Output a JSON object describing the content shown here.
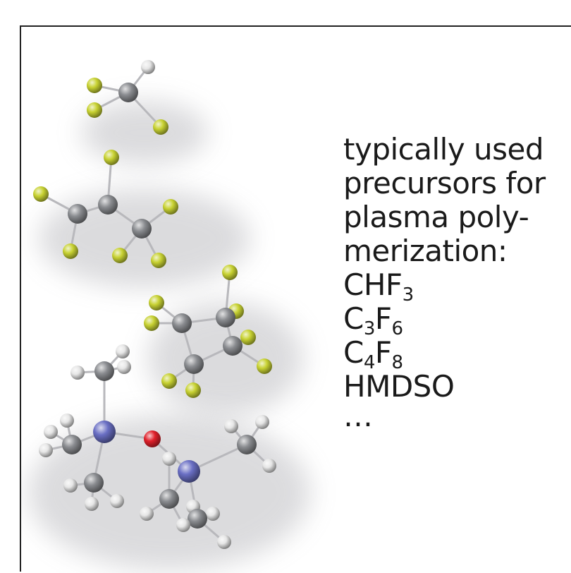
{
  "caption": {
    "lines": [
      "typically used",
      "precursors for",
      "plasma poly-",
      "merization:"
    ],
    "formulas": [
      {
        "parts": [
          {
            "t": "CHF"
          },
          {
            "s": "3"
          }
        ]
      },
      {
        "parts": [
          {
            "t": "C"
          },
          {
            "s": "3"
          },
          {
            "t": "F"
          },
          {
            "s": "6"
          }
        ]
      },
      {
        "parts": [
          {
            "t": "C"
          },
          {
            "s": "4"
          },
          {
            "t": "F"
          },
          {
            "s": "8"
          }
        ]
      },
      {
        "parts": [
          {
            "t": "HMDSO"
          }
        ]
      }
    ],
    "ellipsis": "…"
  },
  "atom_colors": {
    "carbon": "#8a8c90",
    "fluorine": "#c8d232",
    "hydrogen": "#e6e6e6",
    "silicon": "#6a6fc4",
    "oxygen": "#e0202a"
  },
  "molecules": [
    {
      "name": "CHF3",
      "atoms": [
        {
          "e": "carbon"
        },
        {
          "e": "hydrogen"
        },
        {
          "e": "fluorine"
        },
        {
          "e": "fluorine"
        },
        {
          "e": "fluorine"
        }
      ],
      "bonds": [
        [
          0,
          1
        ],
        [
          0,
          2
        ],
        [
          0,
          3
        ],
        [
          0,
          4
        ]
      ]
    },
    {
      "name": "C3F6",
      "atoms": [
        {
          "e": "carbon"
        },
        {
          "e": "carbon"
        },
        {
          "e": "carbon"
        },
        {
          "e": "fluorine"
        },
        {
          "e": "fluorine"
        },
        {
          "e": "fluorine"
        },
        {
          "e": "fluorine"
        },
        {
          "e": "fluorine"
        },
        {
          "e": "fluorine"
        }
      ],
      "bonds": [
        [
          0,
          1
        ],
        [
          1,
          2
        ],
        [
          0,
          3
        ],
        [
          0,
          4
        ],
        [
          1,
          5
        ],
        [
          2,
          6
        ],
        [
          2,
          7
        ],
        [
          2,
          8
        ]
      ]
    },
    {
      "name": "C4F8",
      "atoms": [
        {
          "e": "carbon"
        },
        {
          "e": "carbon"
        },
        {
          "e": "carbon"
        },
        {
          "e": "carbon"
        },
        {
          "e": "fluorine"
        },
        {
          "e": "fluorine"
        },
        {
          "e": "fluorine"
        },
        {
          "e": "fluorine"
        },
        {
          "e": "fluorine"
        },
        {
          "e": "fluorine"
        },
        {
          "e": "fluorine"
        },
        {
          "e": "fluorine"
        }
      ],
      "bonds": [
        [
          0,
          1
        ],
        [
          1,
          3
        ],
        [
          3,
          2
        ],
        [
          2,
          0
        ],
        [
          0,
          4
        ],
        [
          0,
          5
        ],
        [
          1,
          6
        ],
        [
          1,
          7
        ],
        [
          3,
          8
        ],
        [
          3,
          9
        ],
        [
          2,
          10
        ],
        [
          2,
          11
        ]
      ]
    },
    {
      "name": "HMDSO",
      "atoms": [
        {
          "e": "silicon"
        },
        {
          "e": "oxygen"
        },
        {
          "e": "silicon"
        },
        {
          "e": "carbon"
        },
        {
          "e": "carbon"
        },
        {
          "e": "carbon"
        },
        {
          "e": "carbon"
        },
        {
          "e": "carbon"
        },
        {
          "e": "carbon"
        },
        {
          "e": "hydrogen"
        },
        {
          "e": "hydrogen"
        },
        {
          "e": "hydrogen"
        },
        {
          "e": "hydrogen"
        },
        {
          "e": "hydrogen"
        },
        {
          "e": "hydrogen"
        },
        {
          "e": "hydrogen"
        },
        {
          "e": "hydrogen"
        },
        {
          "e": "hydrogen"
        },
        {
          "e": "hydrogen"
        },
        {
          "e": "hydrogen"
        },
        {
          "e": "hydrogen"
        },
        {
          "e": "hydrogen"
        },
        {
          "e": "hydrogen"
        },
        {
          "e": "hydrogen"
        },
        {
          "e": "hydrogen"
        },
        {
          "e": "hydrogen"
        },
        {
          "e": "hydrogen"
        }
      ],
      "bonds": [
        [
          0,
          1
        ],
        [
          1,
          2
        ],
        [
          0,
          3
        ],
        [
          0,
          4
        ],
        [
          0,
          5
        ],
        [
          2,
          6
        ],
        [
          2,
          7
        ],
        [
          2,
          8
        ],
        [
          3,
          9
        ],
        [
          3,
          10
        ],
        [
          3,
          11
        ],
        [
          4,
          12
        ],
        [
          4,
          13
        ],
        [
          4,
          14
        ],
        [
          5,
          15
        ],
        [
          5,
          16
        ],
        [
          5,
          17
        ],
        [
          6,
          18
        ],
        [
          6,
          19
        ],
        [
          6,
          20
        ],
        [
          7,
          21
        ],
        [
          7,
          22
        ],
        [
          7,
          23
        ],
        [
          8,
          24
        ],
        [
          8,
          25
        ],
        [
          8,
          26
        ]
      ]
    }
  ]
}
